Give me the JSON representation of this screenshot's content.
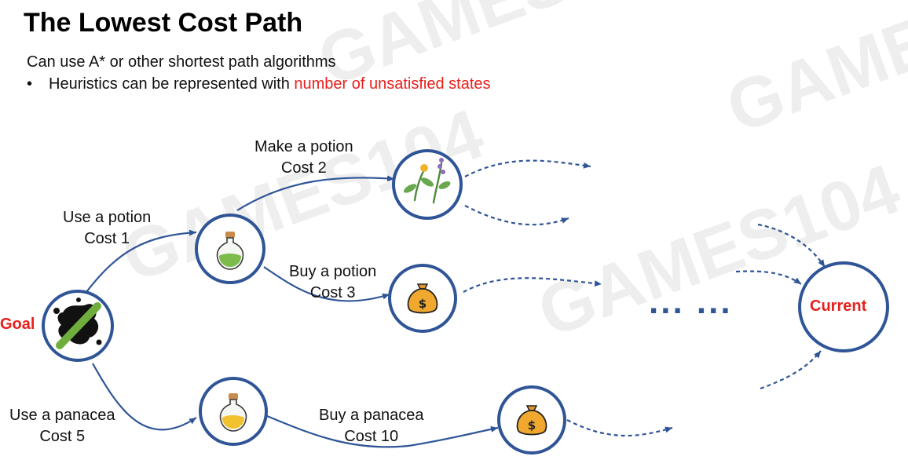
{
  "title": "The Lowest Cost Path",
  "text": {
    "line1": "Can use A* or other shortest path algorithms",
    "bullet_symbol": "•",
    "line2_prefix": "Heuristics can be represented with ",
    "line2_highlight": "number of unsatisfied states"
  },
  "nodes": {
    "goal": "Goal",
    "current": "Current",
    "ellipsis": "... ..."
  },
  "edges": {
    "use_potion": {
      "action": "Use a potion",
      "cost": "Cost 1"
    },
    "make_potion": {
      "action": "Make a potion",
      "cost": "Cost 2"
    },
    "buy_potion": {
      "action": "Buy a potion",
      "cost": "Cost 3"
    },
    "use_panacea": {
      "action": "Use a panacea",
      "cost": "Cost 5"
    },
    "buy_panacea": {
      "action": "Buy a panacea",
      "cost": "Cost 10"
    }
  },
  "colors": {
    "accent_red": "#e8201c",
    "node_border": "#2f5597",
    "arrow": "#2f5597"
  },
  "icons": {
    "goal": "crossed-out-stain-icon",
    "potion_green": "green-potion-icon",
    "potion_yellow": "yellow-potion-icon",
    "herbs": "herbs-icon",
    "money_bag": "money-bag-icon"
  },
  "watermark": "GAMES104"
}
